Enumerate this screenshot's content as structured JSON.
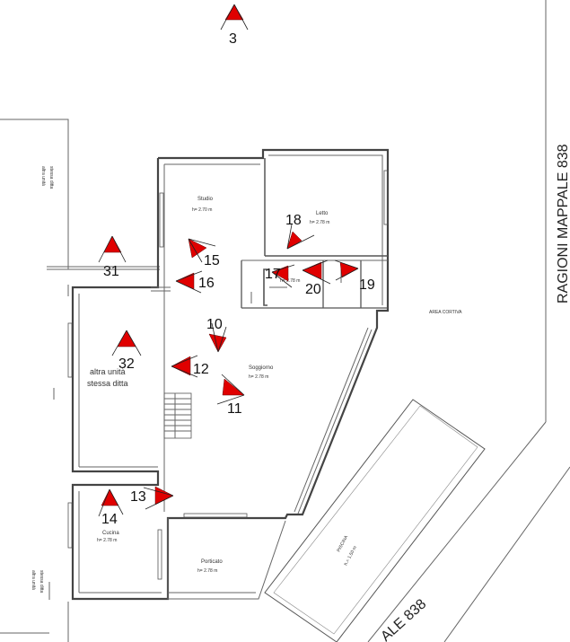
{
  "rooms": {
    "studio": {
      "name": "Studio",
      "height": "h= 2.70 m"
    },
    "letto": {
      "name": "Letto",
      "height": "h= 2.78 m"
    },
    "bagno": {
      "name": "",
      "height": "h= 2.78 m"
    },
    "soggiorno": {
      "name": "Soggiorno",
      "height": "h= 2.78 m"
    },
    "cucina": {
      "name": "Cucina",
      "height": "h= 2.78 m"
    },
    "porticato": {
      "name": "Porticato",
      "height": "h= 2.78 m"
    },
    "piscina": {
      "name": "PISCINA",
      "height": "h.= 1.50 m"
    }
  },
  "labels": {
    "area_cortiva": "AREA CORTIVA",
    "altra_unita_line1": "altra unità",
    "altra_unita_line2": "stessa ditta",
    "rot_top_line1": "altra unità",
    "rot_top_line2": "stessa ditta",
    "rot_bottom_line1": "altra unità",
    "rot_bottom_line2": "stessa ditta",
    "ragioni_vertical": "RAGIONI MAPPALE 838",
    "ale_838": "ALE 838"
  },
  "cameras": [
    {
      "id": "3",
      "label": "3"
    },
    {
      "id": "10",
      "label": "10"
    },
    {
      "id": "11",
      "label": "11"
    },
    {
      "id": "12",
      "label": "12"
    },
    {
      "id": "13",
      "label": "13"
    },
    {
      "id": "14",
      "label": "14"
    },
    {
      "id": "15",
      "label": "15"
    },
    {
      "id": "16",
      "label": "16"
    },
    {
      "id": "17",
      "label": "17"
    },
    {
      "id": "18",
      "label": "18"
    },
    {
      "id": "19",
      "label": "19"
    },
    {
      "id": "20",
      "label": "20"
    },
    {
      "id": "31",
      "label": "31"
    },
    {
      "id": "32",
      "label": "32"
    }
  ],
  "colors": {
    "marker": "#e00000",
    "wall": "#555555"
  }
}
